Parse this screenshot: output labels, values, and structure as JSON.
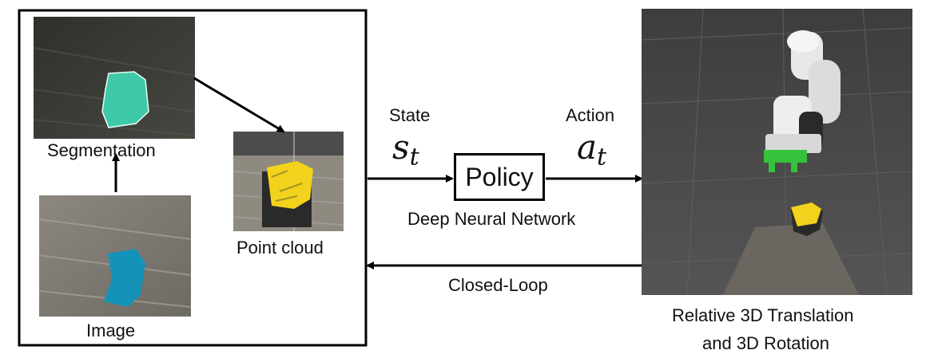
{
  "perception": {
    "segmentation_label": "Segmentation",
    "image_label": "Image",
    "point_cloud_label": "Point cloud"
  },
  "state": {
    "label": "State",
    "symbol": "s",
    "subscript": "t"
  },
  "action": {
    "label": "Action",
    "symbol": "a",
    "subscript": "t"
  },
  "policy": {
    "label": "Policy",
    "caption": "Deep Neural Network"
  },
  "loop": {
    "label": "Closed-Loop"
  },
  "robot": {
    "caption_line1": "Relative 3D Translation",
    "caption_line2": "and 3D Rotation"
  },
  "colors": {
    "cloth_segmented": "#3ec9a8",
    "cloth_image": "#1592b8",
    "point_cloud": "#f2d21c",
    "gripper": "#35c23c",
    "sim_background": "#4a4a4a"
  }
}
